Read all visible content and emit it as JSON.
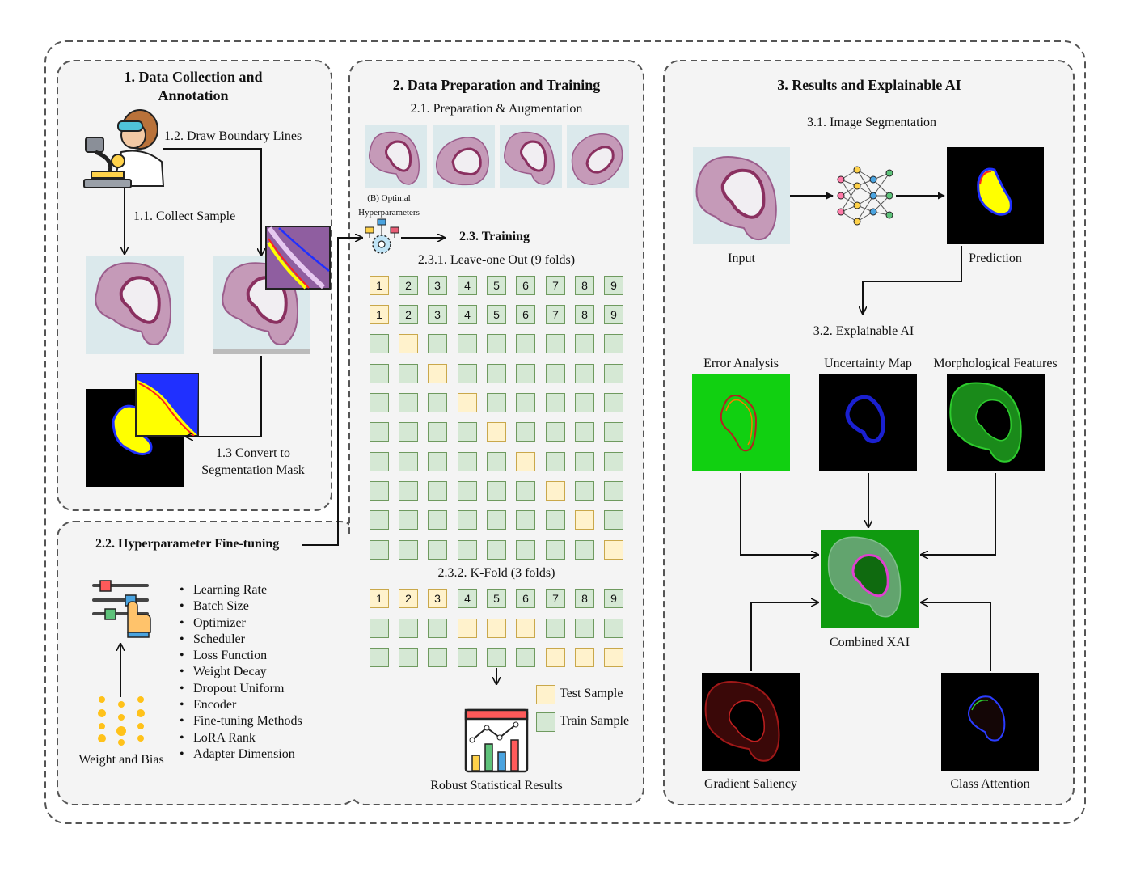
{
  "panel1": {
    "title_line1": "1. Data Collection and",
    "title_line2": "Annotation",
    "step_draw": "1.2. Draw Boundary Lines",
    "step_collect": "1.1. Collect Sample",
    "step_convert_line1": "1.3 Convert to",
    "step_convert_line2": "Segmentation Mask"
  },
  "panel2": {
    "title": "2. Data Preparation and Training",
    "prep": "2.1. Preparation & Augmentation",
    "optimal_line1": "(B) Optimal",
    "optimal_line2": "Hyperparameters",
    "training": "2.3. Training",
    "loo": "2.3.1. Leave-one Out (9 folds)",
    "kfold": "2.3.2. K-Fold (3 folds)",
    "fold_numbers": [
      "1",
      "2",
      "3",
      "4",
      "5",
      "6",
      "7",
      "8",
      "9"
    ],
    "legend_test": "Test Sample",
    "legend_train": "Train Sample",
    "robust": "Robust Statistical Results",
    "colors": {
      "test": "#fff2cc",
      "train": "#d5e8d4"
    }
  },
  "panel22": {
    "title": "2.2. Hyperparameter Fine-tuning",
    "weight_bias": "Weight and Bias",
    "hyperparameters": [
      "Learning Rate",
      "Batch Size",
      "Optimizer",
      "Scheduler",
      "Loss Function",
      "Weight Decay",
      "Dropout Uniform",
      "Encoder",
      "Fine-tuning Methods",
      "LoRA Rank",
      "Adapter Dimension"
    ]
  },
  "panel3": {
    "title": "3. Results and Explainable AI",
    "seg": "3.1. Image Segmentation",
    "input": "Input",
    "prediction": "Prediction",
    "xai": "3.2. Explainable AI",
    "error": "Error Analysis",
    "uncertainty": "Uncertainty Map",
    "morph": "Morphological Features",
    "combined": "Combined XAI",
    "gradient": "Gradient Saliency",
    "attention": "Class Attention"
  }
}
